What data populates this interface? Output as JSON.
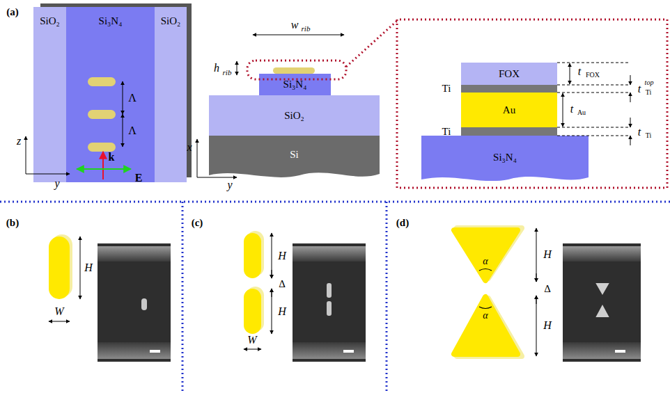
{
  "diagram": {
    "nodes": [
      {
        "text": [
          "SiO₂"
        ]
      },
      {
        "text": [
          "Si₃N₄"
        ]
      },
      {
        "text": [
          "SiO₂"
        ]
      },
      {
        "text": [
          "Si₃N₄"
        ]
      },
      {
        "text": [
          "SiO₂"
        ]
      },
      {
        "text": [
          "Si"
        ]
      },
      {
        "text": [
          "FOX"
        ]
      },
      {
        "text": [
          "Au"
        ]
      },
      {
        "text": [
          "Si₃N₄"
        ]
      }
    ],
    "labels": [
      "(a)",
      "Λ",
      "Λ",
      "z",
      "y",
      "k",
      "E",
      "w",
      "rib",
      "h",
      "rib",
      "x",
      "y",
      "Ti",
      "Ti",
      "t",
      "FOX",
      "t",
      "Ti",
      "top",
      "t",
      "Au",
      "t",
      "Ti",
      "(b)",
      "H",
      "W",
      "(c)",
      "H",
      "Δ",
      "H",
      "W",
      "(d)",
      "H",
      "α",
      "Δ",
      "α",
      "H"
    ]
  }
}
